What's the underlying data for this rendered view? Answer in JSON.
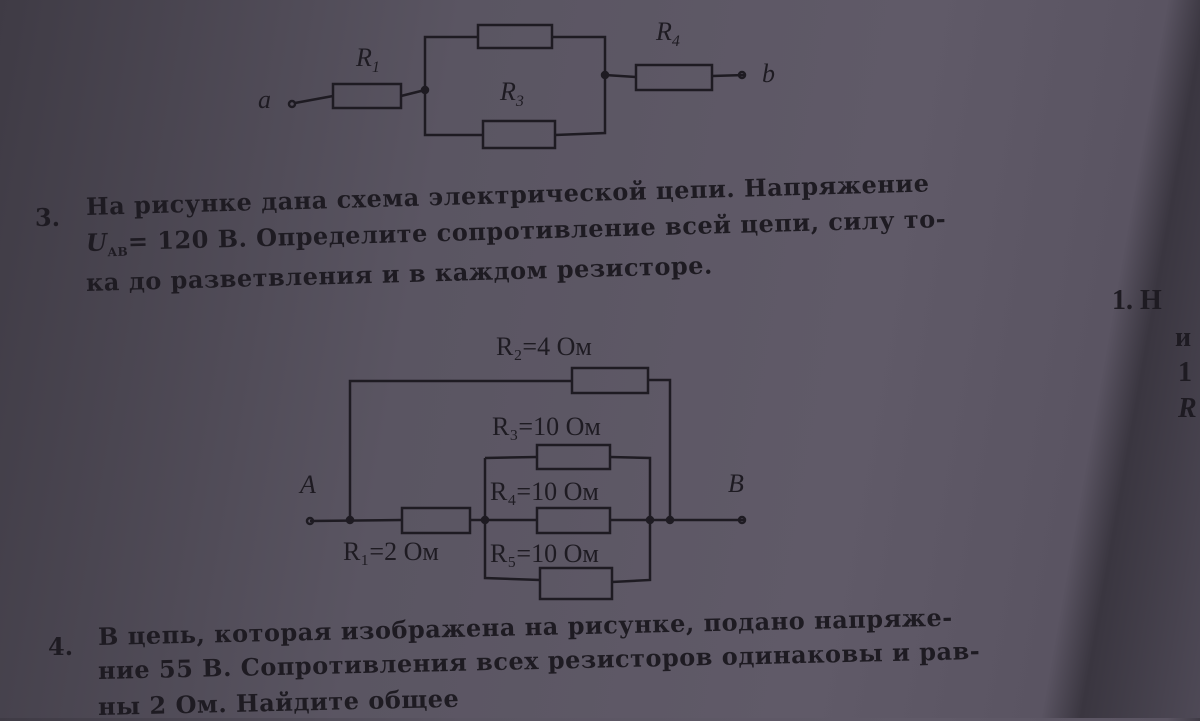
{
  "top_circuit": {
    "labels": {
      "a": "a",
      "b": "b",
      "r1": "R",
      "r1_sub": "1",
      "r3": "R",
      "r3_sub": "3",
      "r4": "R",
      "r4_sub": "4"
    }
  },
  "problem3": {
    "number": "3.",
    "lines": [
      "На рисунке дана схема электрической цепи. Напряжение",
      "= 120 В. Определите сопротивление всей цепи, силу то-",
      "ка до разветвления и в каждом резисторе."
    ],
    "u_symbol": "U",
    "u_sub": "AB"
  },
  "circuit": {
    "A": "A",
    "B": "B",
    "r1": "R₁=2 Ом",
    "r2": "R₂=4 Ом",
    "r3": "R₃=10 Ом",
    "r4": "R₄=10 Ом",
    "r5": "R₅=10 Ом"
  },
  "problem4": {
    "number": "4.",
    "lines": [
      "В цепь, которая изображена на рисунке, подано напряже-",
      "ние 55 В. Сопротивления всех резисторов одинаковы и рав-",
      "ны 2 Ом. Найдите общее"
    ]
  },
  "right_page": {
    "lines": [
      "1.  Н",
      "и",
      "1",
      "R"
    ]
  }
}
